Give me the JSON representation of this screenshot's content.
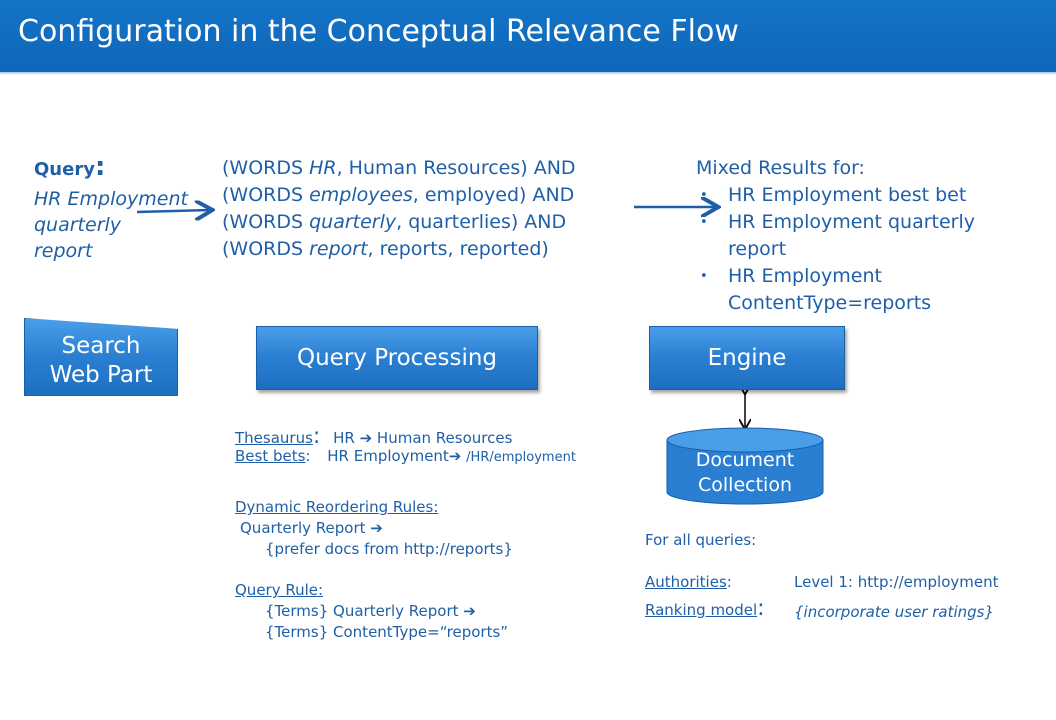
{
  "title": "Configuration in the Conceptual Relevance Flow",
  "query": {
    "label": "Query",
    "colon": ":",
    "text_lines": [
      "HR Employment",
      "quarterly",
      "report"
    ]
  },
  "expansion": {
    "lines": [
      {
        "pre": "(WORDS ",
        "italic": "HR",
        "post": ", Human Resources) AND"
      },
      {
        "pre": "(WORDS ",
        "italic": "employees",
        "post": ", employed) AND"
      },
      {
        "pre": "(WORDS ",
        "italic": "quarterly",
        "post": ", quarterlies) AND"
      },
      {
        "pre": "(WORDS ",
        "italic": "report",
        "post": ", reports, reported)"
      }
    ]
  },
  "results": {
    "heading": "Mixed Results for:",
    "items": [
      [
        "HR Employment best bet"
      ],
      [
        "HR Employment quarterly",
        "report"
      ],
      [
        "HR Employment",
        "ContentType=reports"
      ]
    ]
  },
  "boxes": {
    "search_web_part": [
      "Search",
      "Web Part"
    ],
    "query_processing": "Query Processing",
    "engine": "Engine",
    "document_collection": [
      "Document",
      "Collection"
    ]
  },
  "processing_notes": {
    "thesaurus_label": "Thesaurus",
    "thesaurus_colon": ":",
    "thesaurus_value": "HR ➔ Human Resources",
    "bestbets_label": "Best bets",
    "bestbets_colon": ":",
    "bestbets_value": "HR Employment➔",
    "bestbets_url": "/HR/employment",
    "dynamic_label": "Dynamic Reordering Rules:",
    "dynamic_line1": "Quarterly Report ➔",
    "dynamic_line2": "{prefer docs from http://reports}",
    "queryrule_label": "Query Rule:",
    "queryrule_line1": "{Terms} Quarterly Report ➔",
    "queryrule_line2": "{Terms} ContentType=“reports”"
  },
  "engine_notes": {
    "for_all": "For all queries:",
    "authorities_label": "Authorities",
    "authorities_colon": ":",
    "authorities_value": "Level 1: http://employment",
    "ranking_label": "Ranking model",
    "ranking_colon": ":",
    "ranking_value": "{incorporate user ratings}"
  },
  "colors": {
    "banner": "#1474c8",
    "text_blue": "#1f5fa8",
    "box_blue": "#2a7fd2"
  }
}
